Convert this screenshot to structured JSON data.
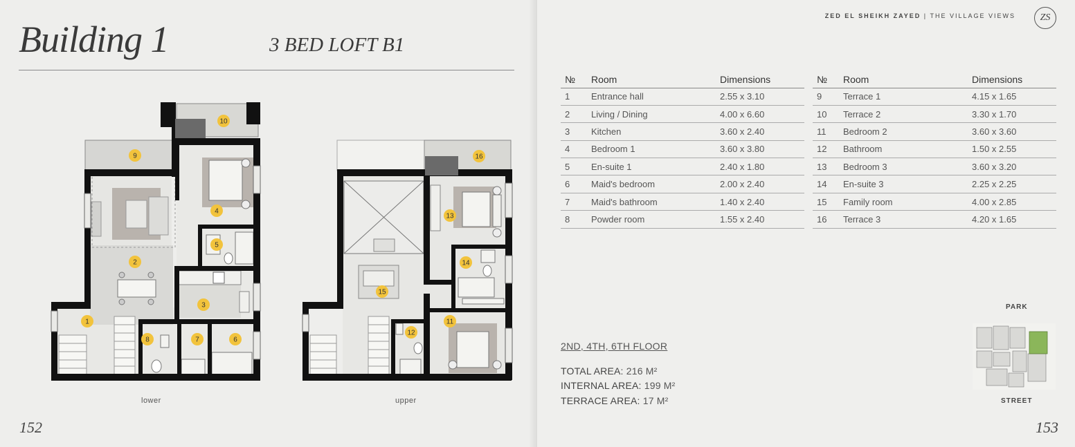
{
  "left_page": {
    "building_title": "Building 1",
    "unit_title": "3 BED LOFT B1",
    "page_number": "152",
    "plans": [
      {
        "caption": "lower",
        "markers": [
          "1",
          "2",
          "3",
          "4",
          "5",
          "6",
          "7",
          "8",
          "9",
          "10"
        ]
      },
      {
        "caption": "upper",
        "markers": [
          "11",
          "12",
          "13",
          "14",
          "15",
          "16"
        ]
      }
    ]
  },
  "right_page": {
    "brand_name": "ZED EL SHEIKH ZAYED",
    "brand_separator": "|",
    "brand_project": "THE VILLAGE VIEWS",
    "logo_text": "ZS",
    "page_number": "153",
    "table_headers": {
      "no": "№",
      "room": "Room",
      "dimensions": "Dimensions"
    },
    "rooms_left": [
      {
        "no": "1",
        "room": "Entrance hall",
        "dim": "2.55 x 3.10"
      },
      {
        "no": "2",
        "room": "Living / Dining",
        "dim": "4.00 x 6.60"
      },
      {
        "no": "3",
        "room": "Kitchen",
        "dim": "3.60 x 2.40"
      },
      {
        "no": "4",
        "room": "Bedroom 1",
        "dim": "3.60 x 3.80"
      },
      {
        "no": "5",
        "room": "En-suite 1",
        "dim": "2.40 x 1.80"
      },
      {
        "no": "6",
        "room": "Maid's bedroom",
        "dim": "2.00 x 2.40"
      },
      {
        "no": "7",
        "room": "Maid's bathroom",
        "dim": "1.40 x 2.40"
      },
      {
        "no": "8",
        "room": "Powder room",
        "dim": "1.55 x 2.40"
      }
    ],
    "rooms_right": [
      {
        "no": "9",
        "room": "Terrace 1",
        "dim": "4.15 x 1.65"
      },
      {
        "no": "10",
        "room": "Terrace 2",
        "dim": "3.30 x 1.70"
      },
      {
        "no": "11",
        "room": "Bedroom 2",
        "dim": "3.60 x 3.60"
      },
      {
        "no": "12",
        "room": "Bathroom",
        "dim": "1.50 x 2.55"
      },
      {
        "no": "13",
        "room": "Bedroom 3",
        "dim": "3.60 x 3.20"
      },
      {
        "no": "14",
        "room": "En-suite 3",
        "dim": "2.25 x 2.25"
      },
      {
        "no": "15",
        "room": "Family room",
        "dim": "4.00 x 2.85"
      },
      {
        "no": "16",
        "room": "Terrace 3",
        "dim": "4.20 x 1.65"
      }
    ],
    "floors": "2ND, 4TH, 6TH FLOOR",
    "areas": [
      {
        "label": "TOTAL AREA:",
        "value": "216 M²"
      },
      {
        "label": "INTERNAL AREA:",
        "value": "199 M²"
      },
      {
        "label": "TERRACE AREA:",
        "value": "17 M²"
      }
    ],
    "keymap": {
      "top_label": "PARK",
      "bottom_label": "STREET"
    }
  },
  "colors": {
    "marker": "#f2c33c",
    "wall": "#111111",
    "accent_green": "#8bb65a"
  }
}
